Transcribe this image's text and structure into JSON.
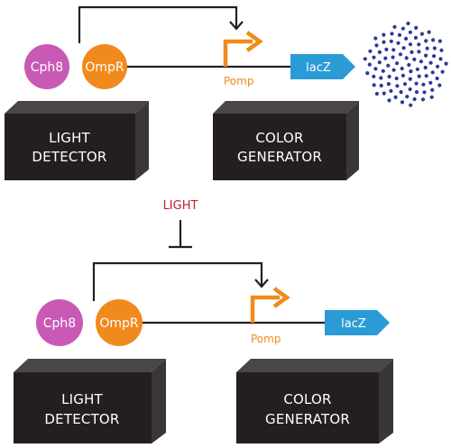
{
  "colors": {
    "cph8": "#c85ab5",
    "ompr": "#f08a1c",
    "promoter": "#f08a1c",
    "lacz": "#2b9bd6",
    "box": "#231f20",
    "dots": "#2a3a9a",
    "light": "#c0202a"
  },
  "panels": [
    {
      "cph8_label": "Cph8",
      "ompr_label": "OmpR",
      "promoter_label": "Pomp",
      "gene_label": "lacZ",
      "detector_label_line1": "LIGHT",
      "detector_label_line2": "DETECTOR",
      "generator_label_line1": "COLOR",
      "generator_label_line2": "GENERATOR",
      "output": "pigment-dots"
    },
    {
      "signal_label": "LIGHT",
      "cph8_label": "Cph8",
      "ompr_label": "OmpR",
      "promoter_label": "Pomp",
      "gene_label": "lacZ",
      "detector_label_line1": "LIGHT",
      "detector_label_line2": "DETECTOR",
      "generator_label_line1": "COLOR",
      "generator_label_line2": "GENERATOR"
    }
  ]
}
